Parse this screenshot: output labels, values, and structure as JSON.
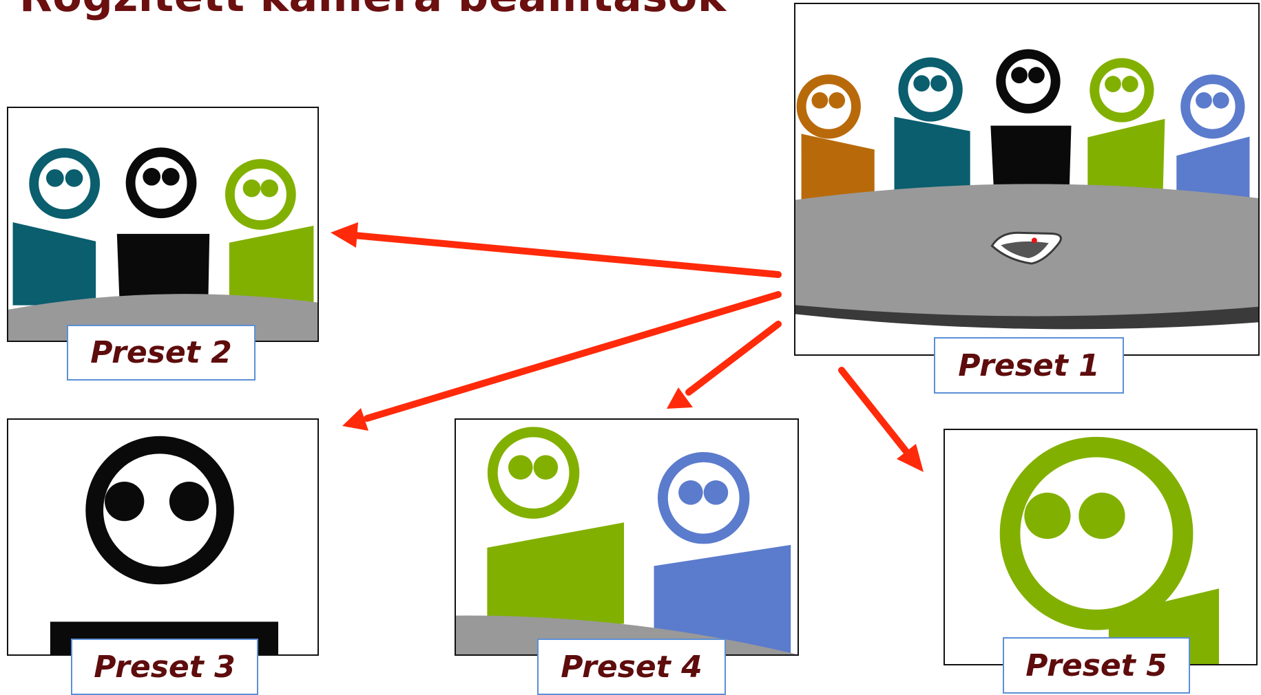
{
  "title": "Rögzített kamera beállítások",
  "presets": [
    {
      "label": "Preset 1"
    },
    {
      "label": "Preset 2"
    },
    {
      "label": "Preset 3"
    },
    {
      "label": "Preset 4"
    },
    {
      "label": "Preset 5"
    }
  ],
  "colors": {
    "title": "#6b0f0f",
    "label_text": "#5e0c0c",
    "label_border": "#5b8fd6",
    "arrow": "#ff2a0a",
    "table": "#999999",
    "table_edge": "#3a3a3a",
    "orange": "#b86a0a",
    "teal": "#0a5e6e",
    "black": "#0a0a0a",
    "green": "#82b000",
    "blue": "#5b7bcc"
  },
  "icons": [
    "person-icon",
    "conference-phone-icon",
    "arrow-icon"
  ]
}
